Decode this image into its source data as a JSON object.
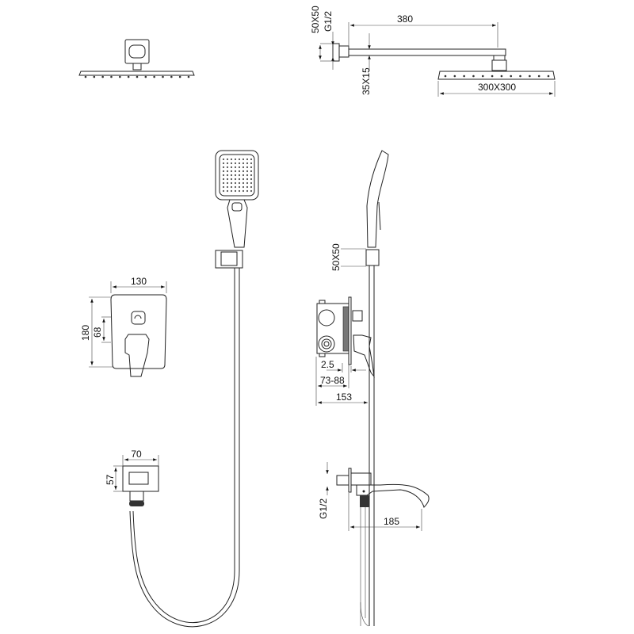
{
  "title": "Shower system technical drawing",
  "dimensions": {
    "arm_length": "380",
    "flange_size_top": "50X50",
    "thread_top": "G1/2",
    "arm_section": "35X15",
    "head_size": "300X300",
    "mixer_width": "130",
    "mixer_height": "180",
    "mixer_offset": "68",
    "outlet_width": "70",
    "outlet_height": "57",
    "holder_size": "50X50",
    "plate_gap": "2.5",
    "box_depth": "73-88",
    "total_depth": "153",
    "thread_spout": "G1/2",
    "spout_length": "185"
  },
  "colors": {
    "line": "#222222",
    "background": "#ffffff"
  }
}
